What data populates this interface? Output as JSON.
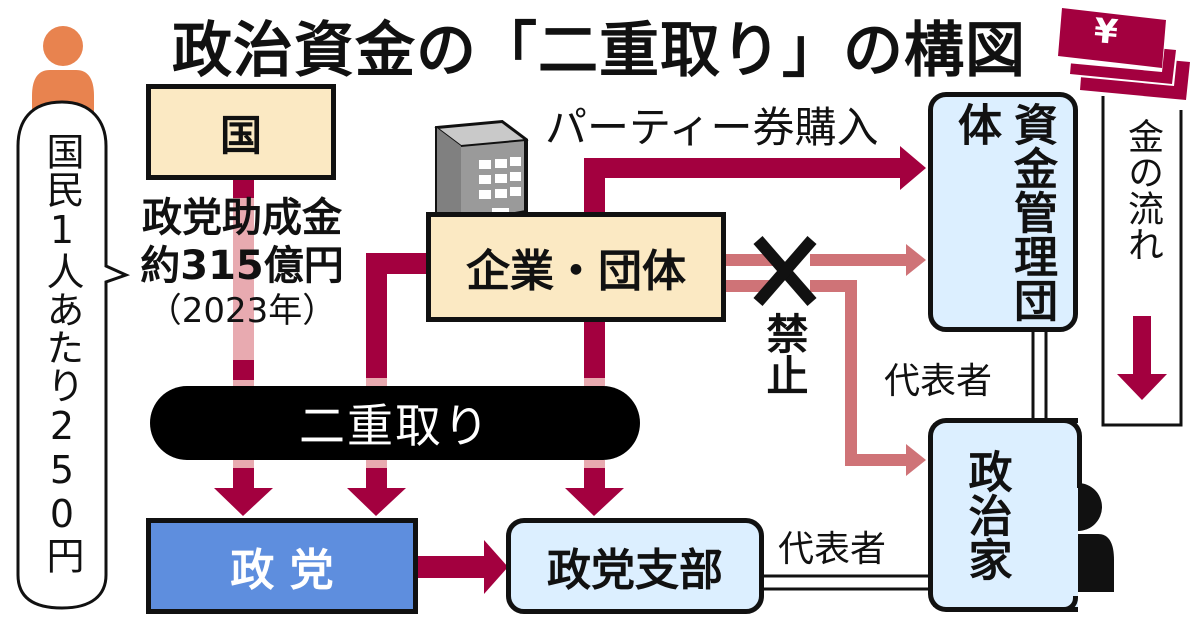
{
  "title": "政治資金の「二重取り」の構図",
  "colors": {
    "flow_dark": "#a3003f",
    "flow_light": "#cf7377",
    "flow_faded": "#e8aab0",
    "cream_box": "#fbe9c3",
    "light_blue_box": "#dcefff",
    "party_blue": "#5e8ede",
    "person_orange": "#e8834f",
    "building_gray": "#9a9a9a"
  },
  "citizen": {
    "label": "国民1人あたり250円"
  },
  "nodes": {
    "state": "国",
    "companies": "企業・団体",
    "fund_org": "資金管理団体",
    "politician": "政治家",
    "party": "政 党",
    "party_branch": "政党支部"
  },
  "subsidy": {
    "line1": "政党助成金",
    "line2": "約315億円",
    "line3": "（2023年）"
  },
  "labels": {
    "ticket_purchase": "パーティー券購入",
    "double_dip": "二重取り",
    "prohibited": "禁止",
    "representative_1": "代表者",
    "representative_2": "代表者"
  },
  "legend": {
    "label": "金の流れ",
    "currency_symbol": "¥"
  }
}
